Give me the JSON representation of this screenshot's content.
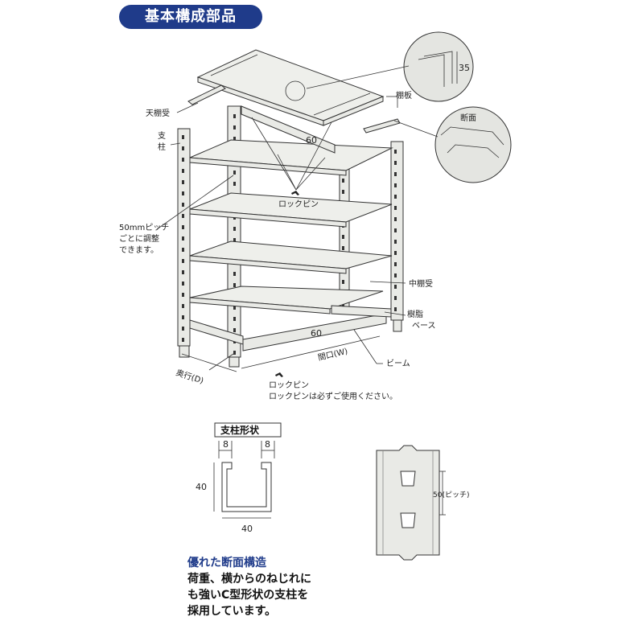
{
  "title": "基本構成部品",
  "labels": {
    "tenatana_uke": "天棚受",
    "tanaita": "棚板",
    "shichu_1": "支",
    "shichu_2": "柱",
    "dim_60_top": "60",
    "lock_pin_upper": "ロックピン",
    "pitch_1": "50mmピッチ",
    "pitch_2": "ごとに調整",
    "pitch_3": "できます。",
    "naka_tana_uke": "中棚受",
    "jushi_1": "樹脂",
    "jushi_2": "ベース",
    "dim_60_bottom": "60",
    "okuyuki": "奥行(D)",
    "maguchi": "間口(W)",
    "beam": "ビーム",
    "lock_pin_lower": "ロックピン",
    "lock_pin_note": "ロックピンは必ずご使用ください。",
    "detail_dim_35": "35",
    "danmen": "断面"
  },
  "post_shape": {
    "title": "支柱形状",
    "dim_left_top": "8",
    "dim_right_top": "8",
    "dim_height": "40",
    "dim_width": "40"
  },
  "pitch_detail": {
    "label": "50(ピッチ)"
  },
  "caption": {
    "heading": "優れた断面構造",
    "line1": "荷重、横からのねじれに",
    "line2": "も強いC型形状の支柱を",
    "line3": "採用しています。"
  }
}
